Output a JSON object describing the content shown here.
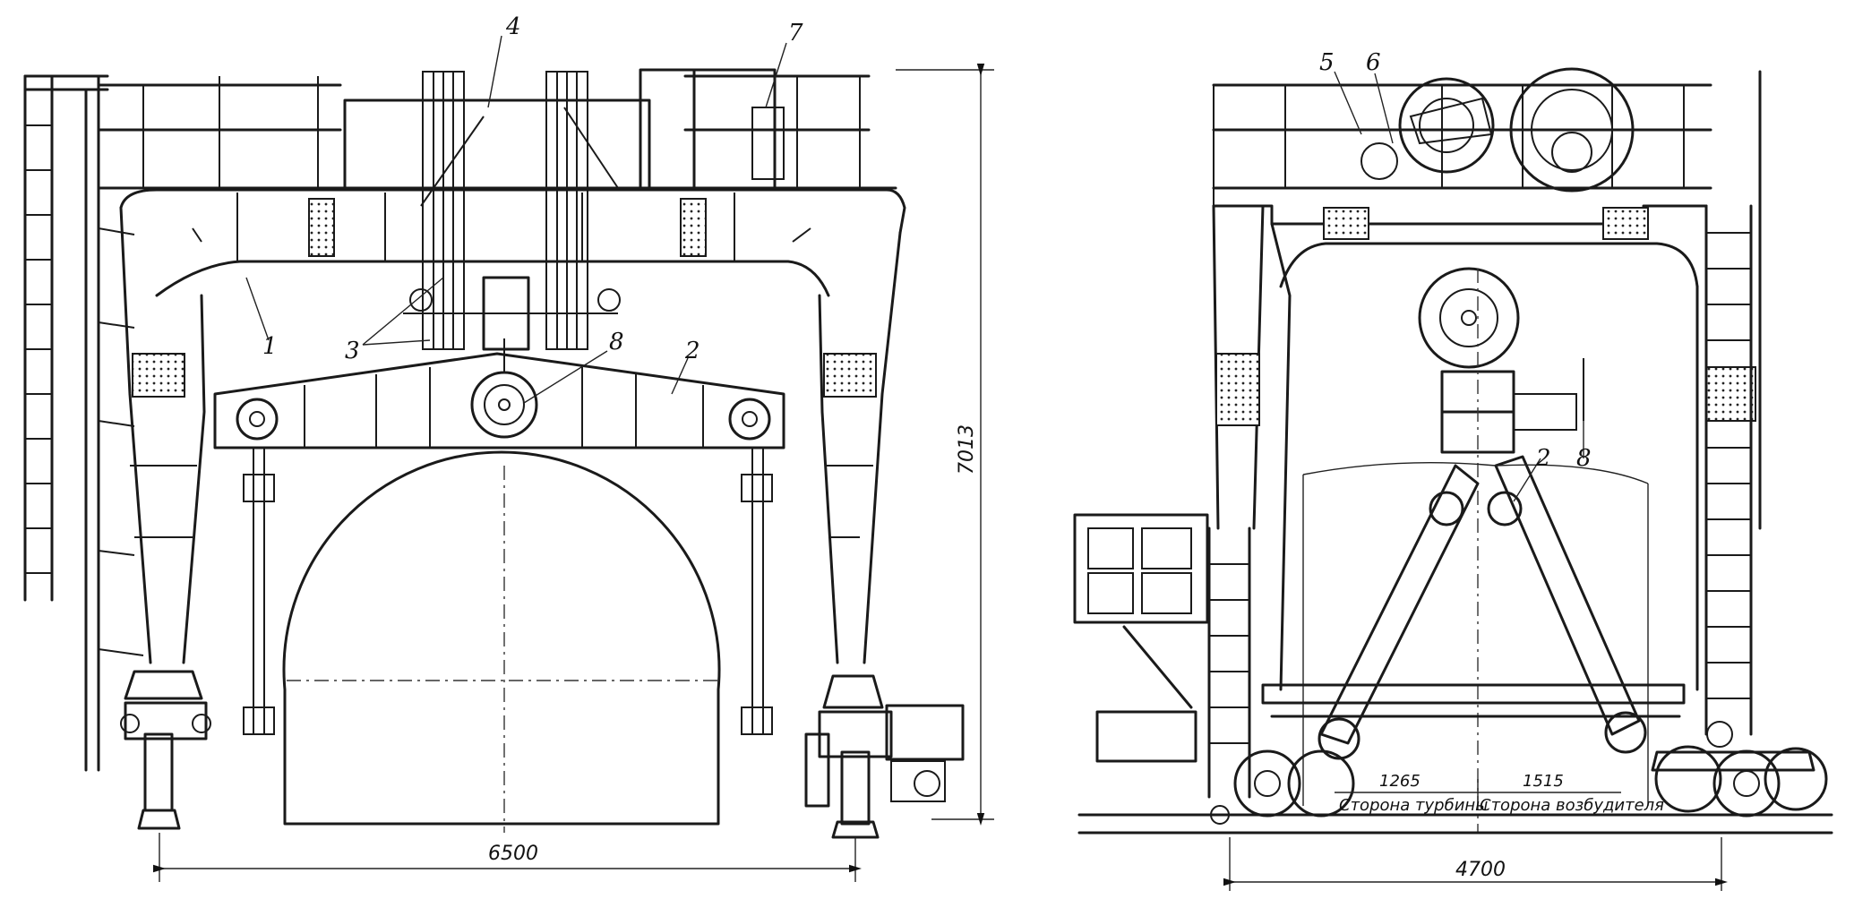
{
  "left_view": {
    "labels": {
      "part_1": "1",
      "part_2": "2",
      "part_3": "3",
      "part_4": "4",
      "part_7": "7",
      "part_8": "8"
    },
    "dimensions": {
      "span": "6500",
      "height": "7013"
    }
  },
  "right_view": {
    "labels": {
      "part_5": "5",
      "part_6": "6",
      "part_2": "2",
      "part_8": "8"
    },
    "dimensions": {
      "track": "4700",
      "offset_left": "1265",
      "offset_right": "1515"
    },
    "side_labels": {
      "turbine_side": "Сторона турбины",
      "exciter_side": "Сторона возбудителя"
    }
  }
}
